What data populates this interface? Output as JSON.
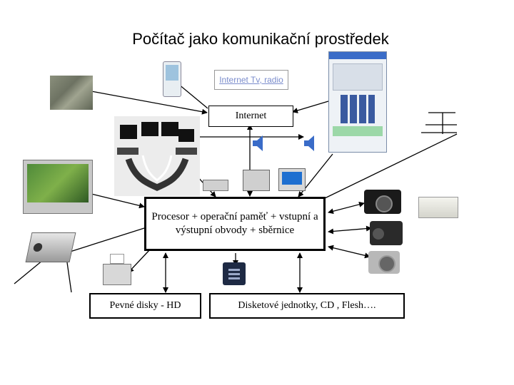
{
  "title": "Počítač jako komunikační prostředek",
  "boxes": {
    "internet_tv_radio": "Internet Tv, radio",
    "internet": "Internet",
    "processor": "Procesor + operační paměť + vstupní a výstupní obvody + sběrnice",
    "hdd": "Pevné disky - HD",
    "drives": "Disketové jednotky, CD , Flesh…."
  },
  "colors": {
    "link_text": "#7a8ccc",
    "line": "#000000"
  },
  "icons": [
    "aerial-map-icon",
    "pda-icon",
    "network-computers-icon",
    "videophone-window-icon",
    "phone-pole-icon",
    "speaker-icon",
    "tv-screen-icon",
    "modem-icon",
    "scanner-icon",
    "monitor-icon",
    "photo-camera-icon",
    "video-camera-icon",
    "digital-camera-icon",
    "printer-icon",
    "projector-icon",
    "fax-icon",
    "desk-phone-icon"
  ]
}
